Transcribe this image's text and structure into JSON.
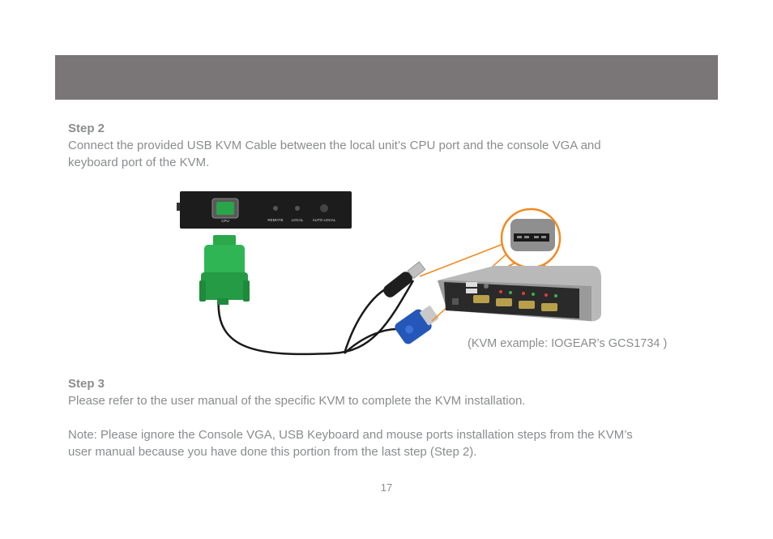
{
  "step2": {
    "title": "Step 2",
    "line1": "Connect the provided USB KVM Cable between the local unit’s CPU port and the console VGA and",
    "line2": "keyboard port of the KVM."
  },
  "diagram": {
    "port_labels": [
      "CPU",
      "REMOTE",
      "LOCAL",
      "AUTO LOCAL"
    ],
    "caption": "(KVM example: IOGEAR’s GCS1734 )"
  },
  "step3": {
    "title": "Step 3",
    "text": "Please refer to the user manual of the specific KVM to complete the KVM installation."
  },
  "note": {
    "line1": "Note: Please ignore the Console VGA, USB Keyboard and mouse ports installation steps from the KVM’s",
    "line2": "user manual because you have done this portion from the last step (Step 2)."
  },
  "page_number": "17"
}
